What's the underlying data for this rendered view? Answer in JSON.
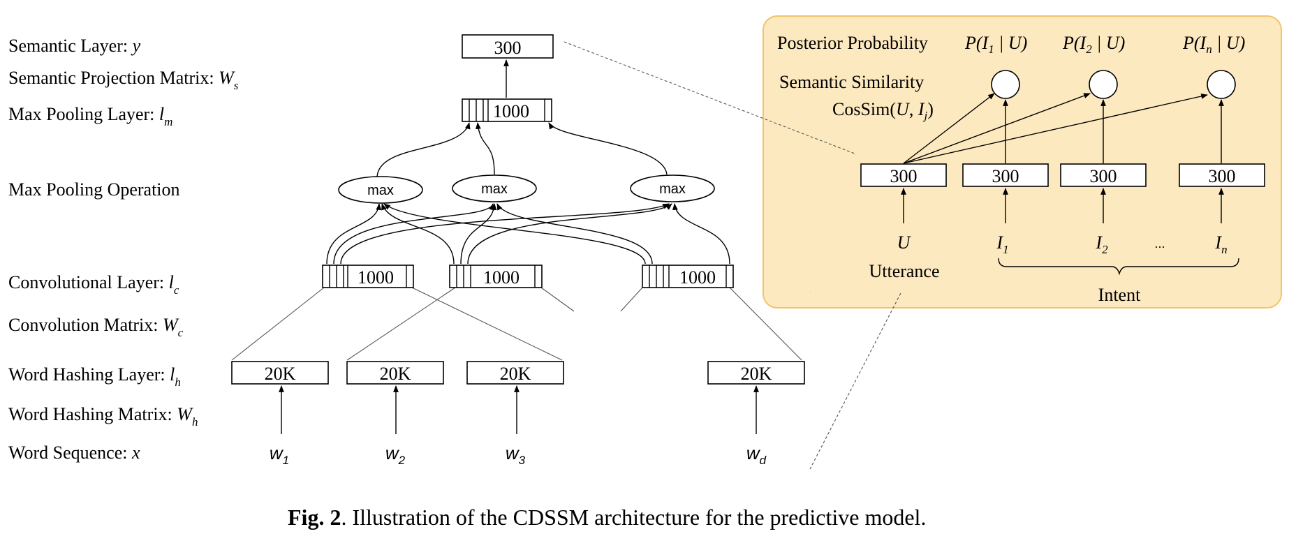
{
  "layer_labels": [
    {
      "text": "Semantic Layer: ",
      "symbol": "y",
      "sub": ""
    },
    {
      "text": "Semantic Projection Matrix: ",
      "symbol": "W",
      "sub": "s"
    },
    {
      "text": "Max Pooling Layer: ",
      "symbol": "l",
      "sub": "m"
    },
    {
      "text": "Max Pooling Operation",
      "symbol": "",
      "sub": ""
    },
    {
      "text": "Convolutional Layer: ",
      "symbol": "l",
      "sub": "c"
    },
    {
      "text": "Convolution Matrix: ",
      "symbol": "W",
      "sub": "c"
    },
    {
      "text": "Word Hashing Layer: ",
      "symbol": "l",
      "sub": "h"
    },
    {
      "text": "Word Hashing Matrix: ",
      "symbol": "W",
      "sub": "h"
    },
    {
      "text": "Word Sequence: ",
      "symbol": "x",
      "sub": ""
    }
  ],
  "network": {
    "semantic_value": "300",
    "maxpool_value": "1000",
    "max_ops": [
      "max",
      "max",
      "max"
    ],
    "conv_values": [
      "1000",
      "1000",
      "1000"
    ],
    "hash_values": [
      "20K",
      "20K",
      "20K",
      "20K"
    ],
    "words": [
      {
        "base": "w",
        "sub": "1"
      },
      {
        "base": "w",
        "sub": "2"
      },
      {
        "base": "w",
        "sub": "3"
      },
      {
        "base": "w",
        "sub": "d"
      }
    ]
  },
  "panel": {
    "bg_color": "#fde9c0",
    "border_color": "#f2c46a",
    "posterior_label": "Posterior Probability",
    "probs": [
      {
        "pre": "P(I",
        "sub": "1",
        "post": " | U)"
      },
      {
        "pre": "P(I",
        "sub": "2",
        "post": " | U)"
      },
      {
        "pre": "P(I",
        "sub": "n",
        "post": " | U)"
      }
    ],
    "similarity_label": "Semantic Similarity",
    "cossim": {
      "pre": "CosSim(",
      "u": "U",
      "mid": ", ",
      "i": "I",
      "sub": "j",
      "post": ")"
    },
    "vec_values": [
      "300",
      "300",
      "300",
      "300"
    ],
    "utterance_symbol": "U",
    "intent_symbols": [
      {
        "base": "I",
        "sub": "1"
      },
      {
        "base": "I",
        "sub": "2"
      },
      {
        "base": "I",
        "sub": "n"
      }
    ],
    "ellipsis": "...",
    "utterance_label": "Utterance",
    "intent_label": "Intent"
  },
  "caption": {
    "bold": "Fig. 2",
    "text": ". Illustration of the CDSSM architecture for the predictive model."
  }
}
